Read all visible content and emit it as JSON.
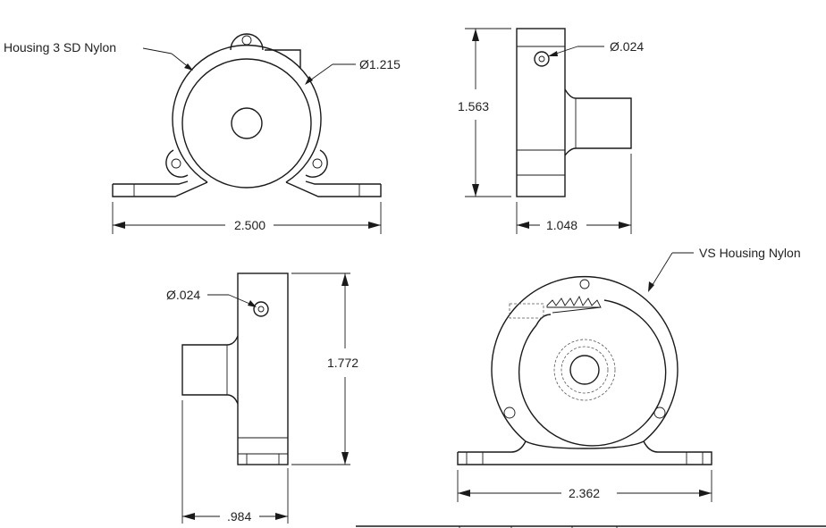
{
  "labels": {
    "housing_3sd": "Housing 3 SD Nylon",
    "vs_housing": "VS Housing Nylon",
    "dia_1215": "Ø1.215",
    "dia_024_top": "Ø.024",
    "dia_024_left": "Ø.024"
  },
  "dimensions": {
    "width_top_left": "2.500",
    "height_top_right": "1.563",
    "depth_top_right": "1.048",
    "height_bottom_left": "1.772",
    "depth_bottom_left": ".984",
    "width_bottom_right": "2.362"
  },
  "colors": {
    "line": "#1a1a1a",
    "hidden": "#555555",
    "background": "#ffffff"
  }
}
